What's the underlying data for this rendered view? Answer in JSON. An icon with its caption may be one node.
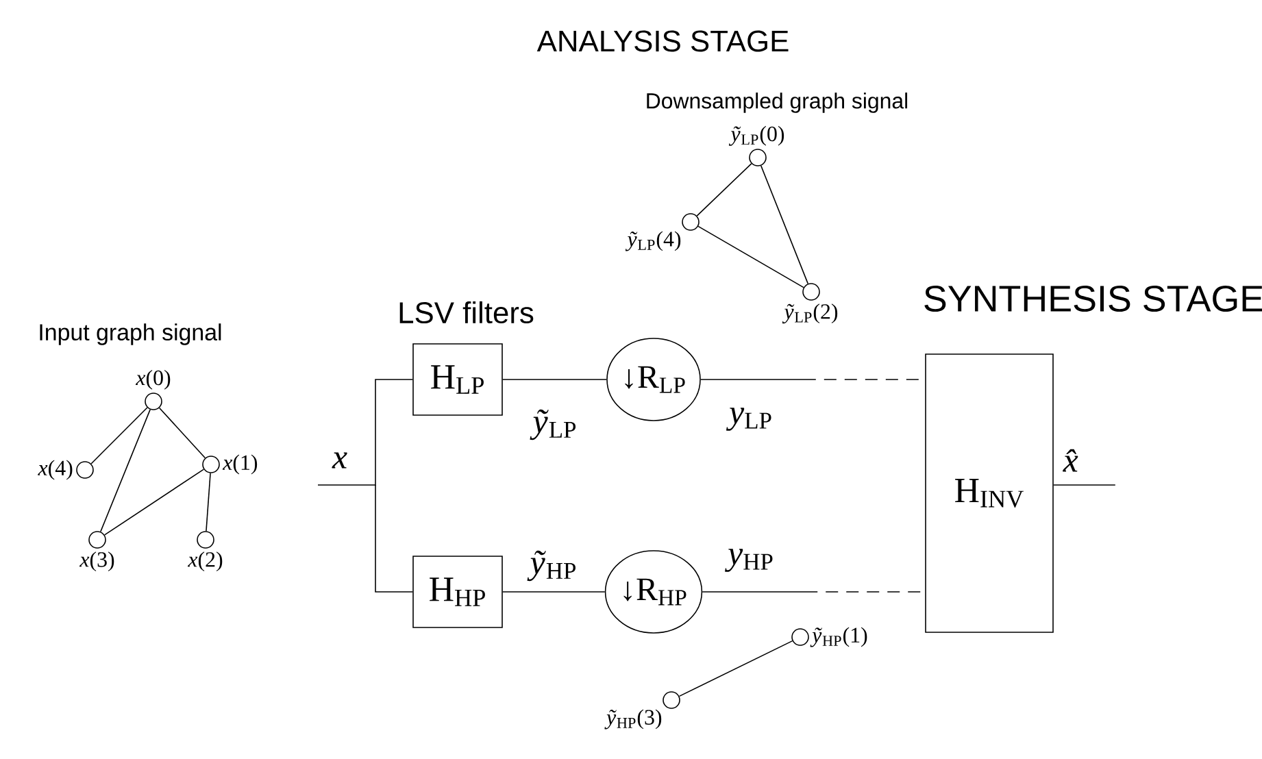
{
  "diagram": {
    "title": "ANALYSIS STAGE",
    "nodes": [
      {
        "text": [
          "H$_{LP}$"
        ]
      },
      {
        "text": [
          "↓R$_{LP}$"
        ]
      },
      {
        "text": [
          "H$_{HP}$"
        ]
      },
      {
        "text": [
          "↓R$_{HP}$"
        ]
      },
      {
        "text": [
          "H$_{INV}$"
        ]
      },
      {
        "text": [
          "*x*(0)"
        ]
      },
      {
        "text": [
          "*x*(1)"
        ]
      },
      {
        "text": [
          "*x*(2)"
        ]
      },
      {
        "text": [
          "*x*(3)"
        ]
      },
      {
        "text": [
          "*x*(4)"
        ]
      },
      {
        "text": [
          "*ỹ*$_{LP}$(0)"
        ]
      },
      {
        "text": [
          "*ỹ*$_{LP}$(4)"
        ]
      },
      {
        "text": [
          "*ỹ*$_{LP}$(2)"
        ]
      },
      {
        "text": [
          "*ỹ*$_{HP}$(1)"
        ]
      },
      {
        "text": [
          "*ỹ*$_{HP}$(3)"
        ]
      }
    ],
    "edges": [
      {
        "from": null,
        "to": 0,
        "arrow": "none",
        "label": "*x*"
      },
      {
        "from": null,
        "to": 2,
        "arrow": "none"
      },
      {
        "from": 0,
        "to": 1,
        "arrow": "none",
        "label": "*ỹ*$_{LP}$"
      },
      {
        "from": 1,
        "to": 4,
        "arrow": "none",
        "label": "*y*$_{LP}$",
        "style": "dashed"
      },
      {
        "from": 2,
        "to": 3,
        "arrow": "none",
        "label": "*ỹ*$_{HP}$"
      },
      {
        "from": 3,
        "to": 4,
        "arrow": "none",
        "label": "*y*$_{HP}$",
        "style": "dashed"
      },
      {
        "from": 4,
        "to": null,
        "arrow": "none",
        "label": "*x̂*"
      },
      {
        "from": 5,
        "to": 9,
        "arrow": "none"
      },
      {
        "from": 5,
        "to": 8,
        "arrow": "none"
      },
      {
        "from": 5,
        "to": 6,
        "arrow": "none"
      },
      {
        "from": 6,
        "to": 8,
        "arrow": "none"
      },
      {
        "from": 6,
        "to": 7,
        "arrow": "none"
      },
      {
        "from": 10,
        "to": 11,
        "arrow": "none"
      },
      {
        "from": 10,
        "to": 12,
        "arrow": "none"
      },
      {
        "from": 11,
        "to": 12,
        "arrow": "none"
      },
      {
        "from": 13,
        "to": 14,
        "arrow": "none"
      }
    ],
    "labels": [
      "Downsampled graph signal",
      "Input graph signal",
      "LSV filters",
      "SYNTHESIS STAGE"
    ]
  }
}
